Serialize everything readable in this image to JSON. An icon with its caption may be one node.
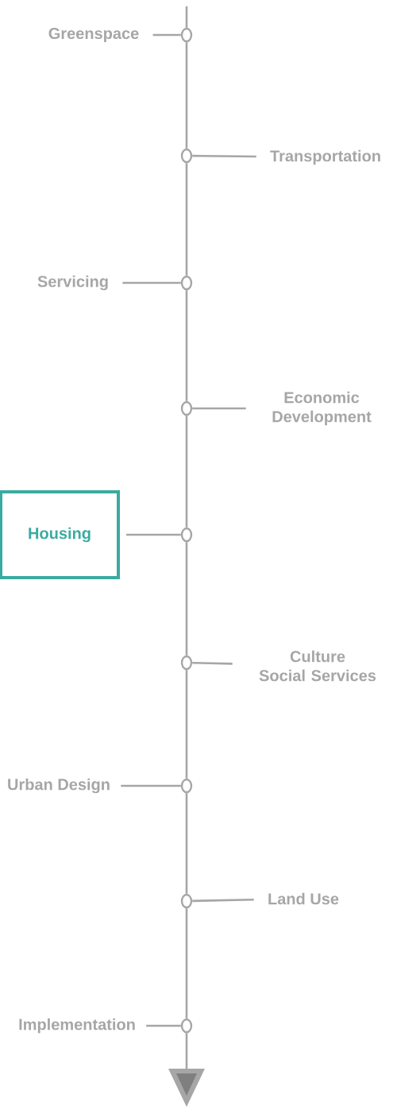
{
  "diagram": {
    "nodes": [
      {
        "text": [
          "Greenspace"
        ]
      },
      {
        "text": [
          "Transportation"
        ]
      },
      {
        "text": [
          "Servicing"
        ]
      },
      {
        "text": [
          "Economic Development"
        ]
      },
      {
        "text": [
          "Housing"
        ]
      },
      {
        "text": [
          "Culture",
          "Social Services"
        ]
      },
      {
        "text": [
          "Urban Design"
        ]
      },
      {
        "text": [
          "Land Use"
        ]
      },
      {
        "text": [
          "Implementation"
        ]
      },
      {
        "text": [],
        "shape": "circle"
      },
      {
        "text": [],
        "shape": "circle"
      },
      {
        "text": [],
        "shape": "circle"
      },
      {
        "text": [],
        "shape": "circle"
      },
      {
        "text": [],
        "shape": "circle"
      },
      {
        "text": [],
        "shape": "circle"
      },
      {
        "text": [],
        "shape": "circle"
      },
      {
        "text": [],
        "shape": "circle"
      },
      {
        "text": [],
        "shape": "circle"
      }
    ],
    "edges": [
      {
        "from": 0,
        "to": 9,
        "arrow": "none"
      },
      {
        "from": 1,
        "to": 10,
        "arrow": "none"
      },
      {
        "from": 2,
        "to": 11,
        "arrow": "none"
      },
      {
        "from": 3,
        "to": 12,
        "arrow": "none"
      },
      {
        "from": 4,
        "to": 13,
        "arrow": "none"
      },
      {
        "from": 5,
        "to": 14,
        "arrow": "none"
      },
      {
        "from": 6,
        "to": 15,
        "arrow": "none"
      },
      {
        "from": 7,
        "to": 16,
        "arrow": "none"
      },
      {
        "from": 8,
        "to": 17,
        "arrow": "none"
      },
      {
        "from": null,
        "to": 9,
        "arrow": "none"
      },
      {
        "from": 9,
        "to": 10,
        "arrow": "none"
      },
      {
        "from": 10,
        "to": 11,
        "arrow": "none"
      },
      {
        "from": 11,
        "to": 12,
        "arrow": "none"
      },
      {
        "from": 12,
        "to": 13,
        "arrow": "none"
      },
      {
        "from": 13,
        "to": 14,
        "arrow": "none"
      },
      {
        "from": 14,
        "to": 15,
        "arrow": "none"
      },
      {
        "from": 15,
        "to": 16,
        "arrow": "none"
      },
      {
        "from": 16,
        "to": 17,
        "arrow": "none"
      },
      {
        "from": 17,
        "to": null,
        "arrow": "to"
      }
    ]
  }
}
